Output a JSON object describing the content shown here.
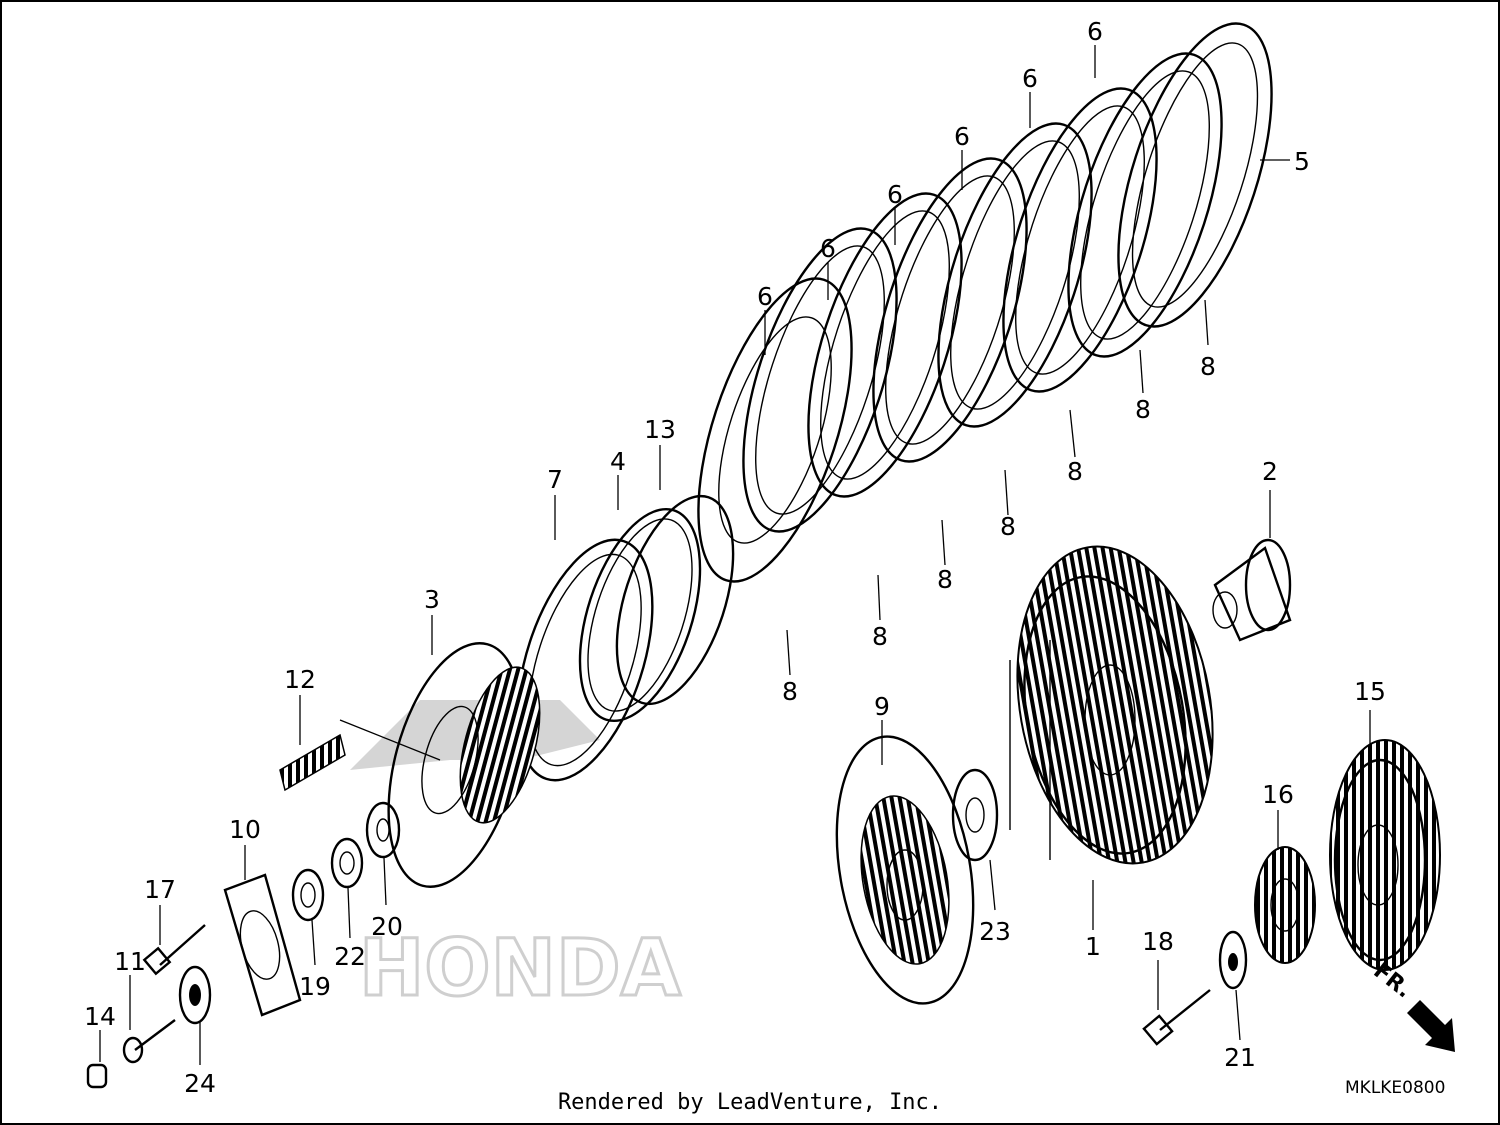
{
  "footer": "Rendered by LeadVenture, Inc.",
  "diagram_code": "MKLKE0800",
  "watermark_text": "HONDA",
  "direction_label": "FR.",
  "callouts": {
    "c1": "1",
    "c2": "2",
    "c3": "3",
    "c4": "4",
    "c5": "5",
    "c6": "6",
    "c7": "7",
    "c8": "8",
    "c9": "9",
    "c10": "10",
    "c11": "11",
    "c12": "12",
    "c13": "13",
    "c14": "14",
    "c15": "15",
    "c16": "16",
    "c17": "17",
    "c18": "18",
    "c19": "19",
    "c20": "20",
    "c21": "21",
    "c22": "22",
    "c23": "23",
    "c24": "24"
  }
}
